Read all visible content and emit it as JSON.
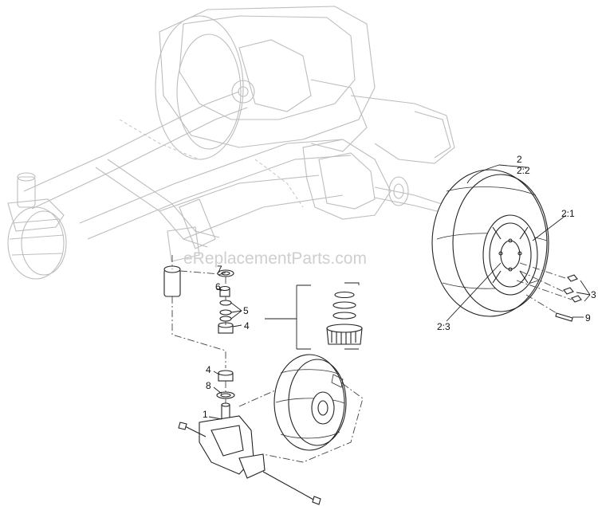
{
  "watermark": "eReplacementParts.com",
  "callouts": {
    "c1": "1",
    "c2": "2",
    "c2_2": "2:2",
    "c2_1": "2:1",
    "c2_3": "2:3",
    "c3": "3",
    "c4_top": "4",
    "c4_bottom": "4",
    "c5": "5",
    "c6": "6",
    "c7": "7",
    "c8": "8",
    "c9": "9"
  }
}
